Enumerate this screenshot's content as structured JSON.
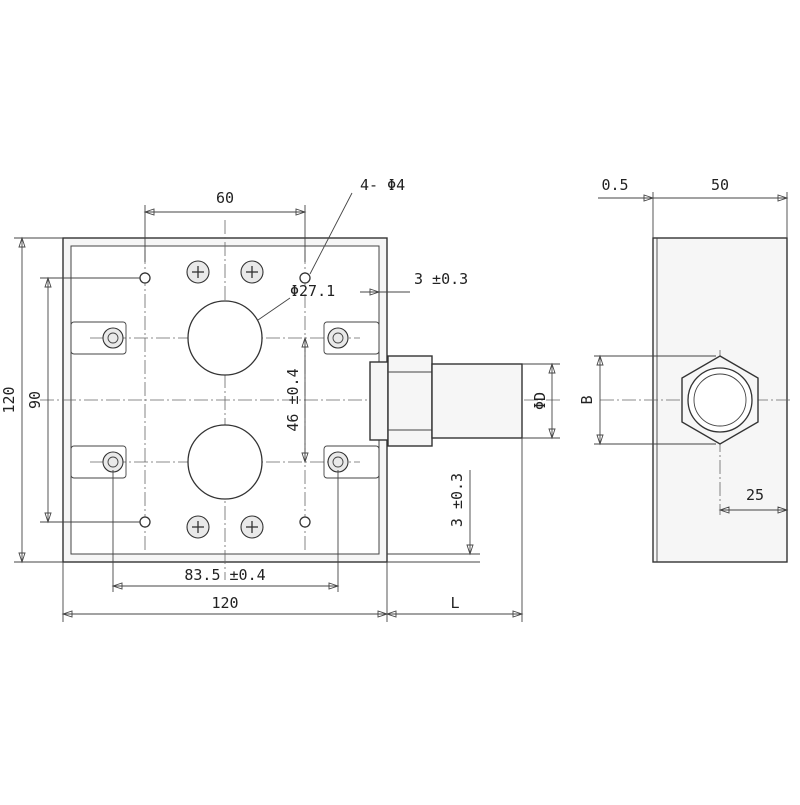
{
  "labels": {
    "hole_count_dia": "4- Φ4",
    "hole_spacing_top": "60",
    "knockout_dia": "Φ27.1",
    "offset_right": "3 ±0.3",
    "height_overall": "120",
    "mount_spacing_v": "90",
    "knockout_spacing": "46 ±0.4",
    "offset_bottom": "3 ±0.3",
    "mount_spacing_h": "83.5 ±0.4",
    "width_overall": "120",
    "fitting_length": "L",
    "fitting_dia": "ΦD",
    "side_wall": "0.5",
    "depth": "50",
    "hex_size": "B",
    "conduit_center": "25"
  }
}
